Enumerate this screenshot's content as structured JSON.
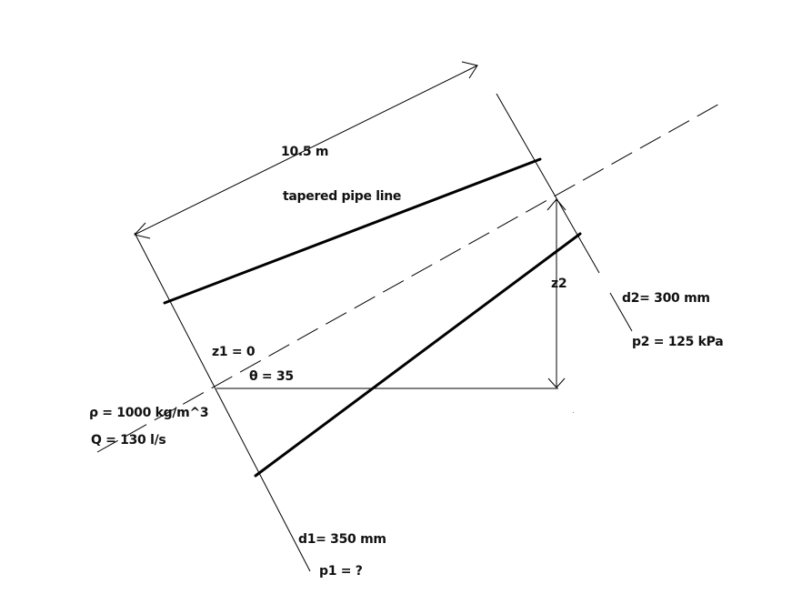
{
  "labels": {
    "length": "10.5 m",
    "title": "tapered pipe line",
    "z2": "z2",
    "d2": "d2= 300 mm",
    "p2": "p2 = 125 kPa",
    "z1": "z1 = 0",
    "theta": "θ = 35",
    "rho": "ρ = 1000 kg/m^3",
    "Q": "Q = 130 l/s",
    "d1": "d1= 350 mm",
    "p1": "p1 = ?"
  },
  "colors": {
    "line": "#000000",
    "text": "#111111"
  }
}
